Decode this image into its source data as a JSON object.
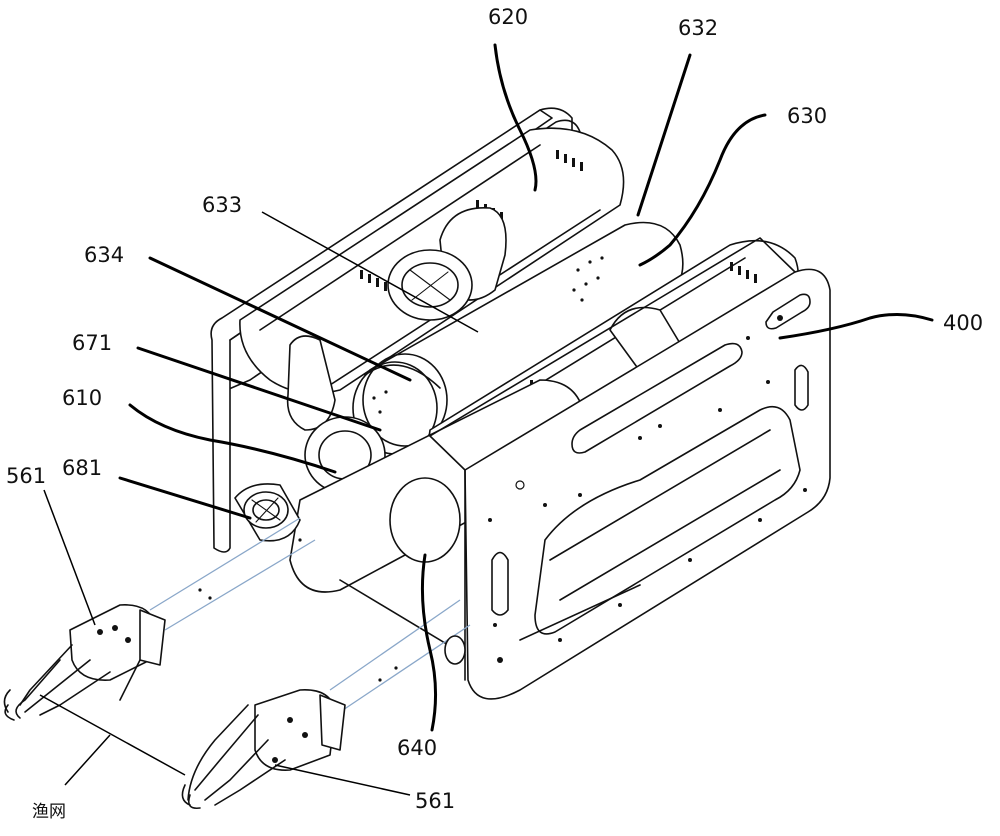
{
  "labels": {
    "l620": "620",
    "l632": "632",
    "l630": "630",
    "l633": "633",
    "l634": "634",
    "l671": "671",
    "l610": "610",
    "l681": "681",
    "l561_left": "561",
    "l400": "400",
    "l640": "640",
    "l561_bottom": "561",
    "net": "渔网"
  }
}
